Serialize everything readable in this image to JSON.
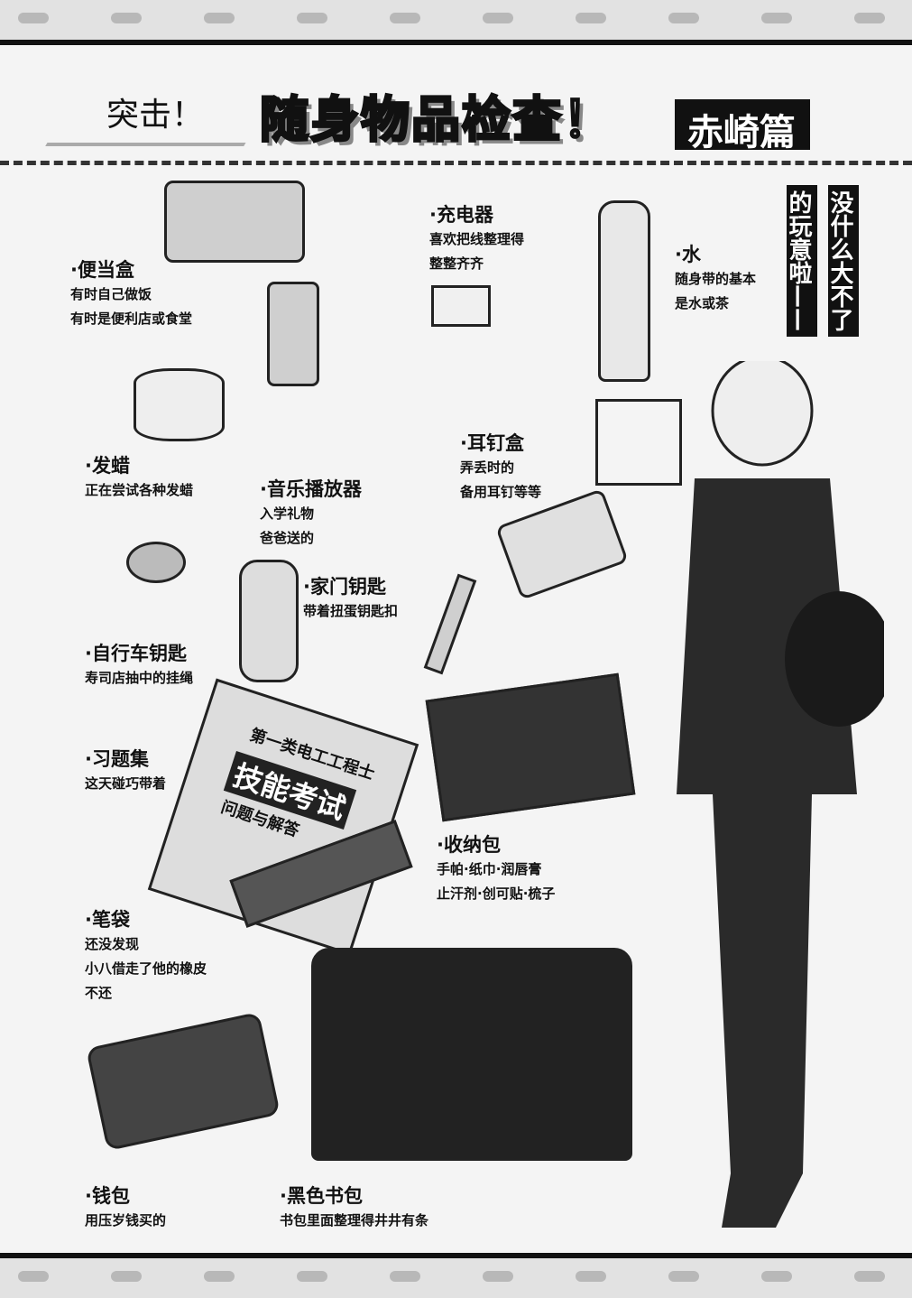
{
  "header": {
    "shout": "突击！",
    "title": "随身物品检查！",
    "subtitle": "赤崎篇"
  },
  "vertical_text": [
    "没什么大不了",
    "的玩意啦——"
  ],
  "items": [
    {
      "title": "·便当盒",
      "lines": [
        "有时自己做饭",
        "有时是便利店或食堂"
      ]
    },
    {
      "title": "·充电器",
      "lines": [
        "喜欢把线整理得",
        "整整齐齐"
      ]
    },
    {
      "title": "·水",
      "lines": [
        "随身带的基本",
        "是水或茶"
      ]
    },
    {
      "title": "·发蜡",
      "lines": [
        "正在尝试各种发蜡"
      ]
    },
    {
      "title": "·音乐播放器",
      "lines": [
        "入学礼物",
        "爸爸送的"
      ]
    },
    {
      "title": "·耳钉盒",
      "lines": [
        "弄丢时的",
        "备用耳钉等等"
      ]
    },
    {
      "title": "·家门钥匙",
      "lines": [
        "带着扭蛋钥匙扣"
      ]
    },
    {
      "title": "·自行车钥匙",
      "lines": [
        "寿司店抽中的挂绳"
      ]
    },
    {
      "title": "·习题集",
      "lines": [
        "这天碰巧带着"
      ]
    },
    {
      "title": "·收纳包",
      "lines": [
        "手帕·纸巾·润唇膏",
        "止汗剂·创可贴·梳子"
      ]
    },
    {
      "title": "·笔袋",
      "lines": [
        "还没发现",
        "小八借走了他的橡皮",
        "不还"
      ]
    },
    {
      "title": "·钱包",
      "lines": [
        "用压岁钱买的"
      ]
    },
    {
      "title": "·黑色书包",
      "lines": [
        "书包里面整理得井井有条"
      ]
    }
  ],
  "book": {
    "line1": "第一类电工工程士",
    "line2": "技能考试",
    "line3": "问题与解答"
  }
}
